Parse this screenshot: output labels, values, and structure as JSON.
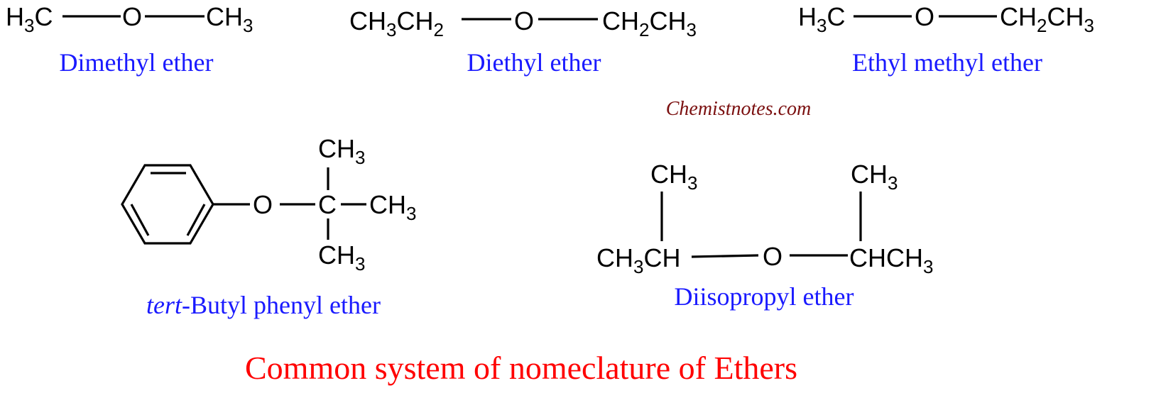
{
  "colors": {
    "structure": "#000000",
    "compound_name": "#1a1aff",
    "watermark": "#7b1010",
    "title": "#ff0000"
  },
  "title": "Common system of nomeclature of Ethers",
  "watermark": "Chemistnotes.com",
  "compounds": {
    "dimethyl": {
      "name": "Dimethyl ether",
      "left_group": {
        "main": "H",
        "sub": "3",
        "tail": "C"
      },
      "oxygen": "O",
      "right_group": {
        "main": "CH",
        "sub": "3"
      }
    },
    "diethyl": {
      "name": "Diethyl ether",
      "left_group": {
        "a": "CH",
        "a_sub": "3",
        "b": "CH",
        "b_sub": "2"
      },
      "oxygen": "O",
      "right_group": {
        "a": "CH",
        "a_sub": "2",
        "b": "CH",
        "b_sub": "3"
      }
    },
    "ethyl_methyl": {
      "name": "Ethyl methyl ether",
      "left_group": {
        "main": "H",
        "sub": "3",
        "tail": "C"
      },
      "oxygen": "O",
      "right_group": {
        "a": "CH",
        "a_sub": "2",
        "b": "CH",
        "b_sub": "3"
      }
    },
    "tert_butyl_phenyl": {
      "name_prefix": "tert",
      "name_rest": "-Butyl phenyl ether",
      "oxygen": "O",
      "central_carbon": "C",
      "methyl": {
        "main": "CH",
        "sub": "3"
      }
    },
    "diisopropyl": {
      "name": "Diisopropyl ether",
      "oxygen": "O",
      "left_group": {
        "a": "CH",
        "a_sub": "3",
        "b": "CH"
      },
      "right_group": {
        "a": "CHCH",
        "a_sub": "3"
      },
      "methyl": {
        "main": "CH",
        "sub": "3"
      }
    }
  }
}
